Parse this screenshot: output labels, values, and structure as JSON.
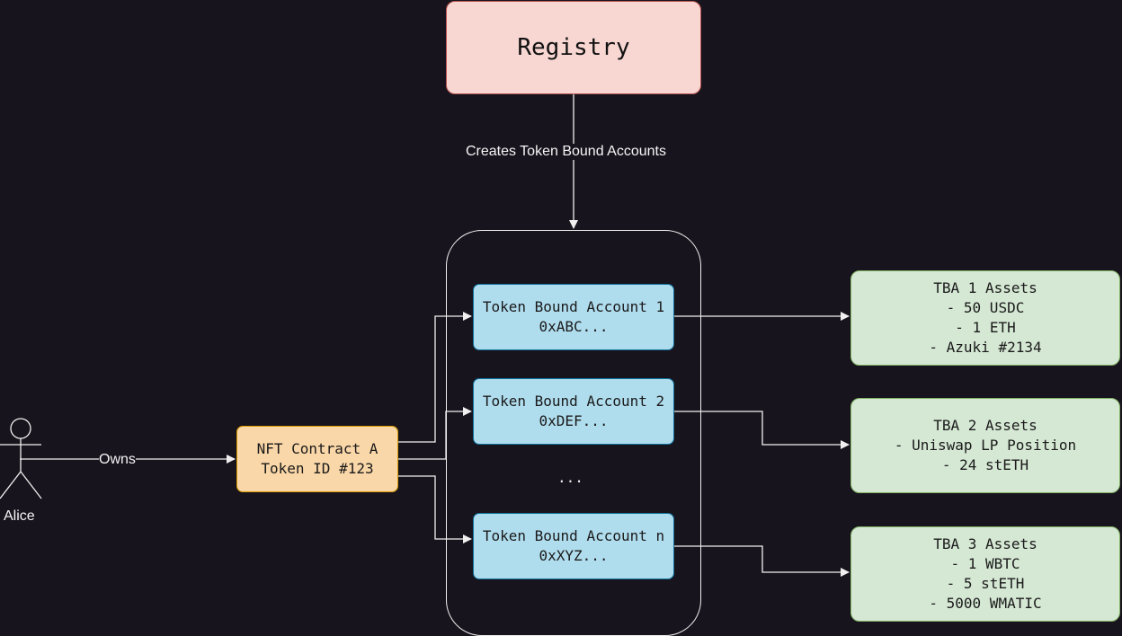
{
  "registry": {
    "label": "Registry"
  },
  "edge_create": {
    "label": "Creates Token Bound Accounts"
  },
  "actor": {
    "name": "Alice"
  },
  "edge_owns": {
    "label": "Owns"
  },
  "nft": {
    "line1": "NFT Contract A",
    "line2": "Token ID #123"
  },
  "accounts": [
    {
      "line1": "Token Bound Account 1",
      "line2": "0xABC..."
    },
    {
      "line1": "Token Bound Account 2",
      "line2": "0xDEF..."
    },
    {
      "line1": "Token Bound Account n",
      "line2": "0xXYZ..."
    }
  ],
  "ellipsis": "...",
  "assets": [
    {
      "title": "TBA 1 Assets",
      "items": [
        "- 50 USDC",
        "- 1 ETH",
        "- Azuki #2134"
      ]
    },
    {
      "title": "TBA 2 Assets",
      "items": [
        "- Uniswap LP Position",
        "- 24 stETH"
      ]
    },
    {
      "title": "TBA 3 Assets",
      "items": [
        "- 1 WBTC",
        "- 5 stETH",
        "- 5000 WMATIC"
      ]
    }
  ],
  "colors": {
    "background": "#18141d",
    "registry_fill": "#f8d7d3",
    "nft_fill": "#fad7a8",
    "account_fill": "#b0ddee",
    "assets_fill": "#d5e8d4",
    "lines": "#f0f0f0"
  }
}
